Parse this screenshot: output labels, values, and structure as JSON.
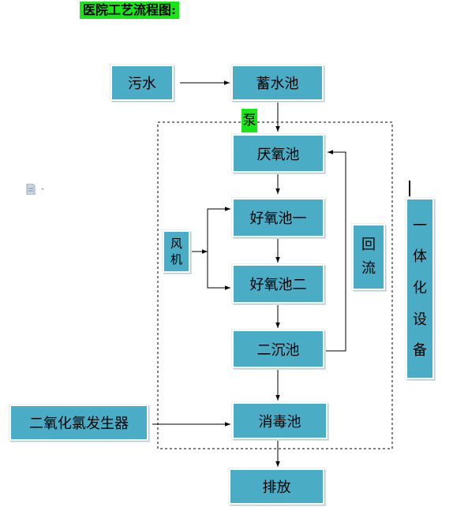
{
  "title": "医院工艺流程图:",
  "labels": {
    "sewage": "污水",
    "storage_tank": "蓄水池",
    "pump": "泵",
    "anaerobic_tank": "厌氧池",
    "aerobic_tank_1": "好氧池一",
    "aerobic_tank_2": "好氧池二",
    "secondary_settling": "二沉池",
    "disinfection_tank": "消毒池",
    "discharge": "排放",
    "blower": [
      "风",
      "机"
    ],
    "reflux": [
      "回",
      "流"
    ],
    "chlorine_dioxide_generator": "二氧化氯发生器",
    "integrated_equipment": [
      "一",
      "体",
      "化",
      "设",
      "备"
    ]
  },
  "colors": {
    "box_fill": "#4bacc6",
    "highlight": "#19e619"
  },
  "icons": {
    "document": "document-icon"
  }
}
